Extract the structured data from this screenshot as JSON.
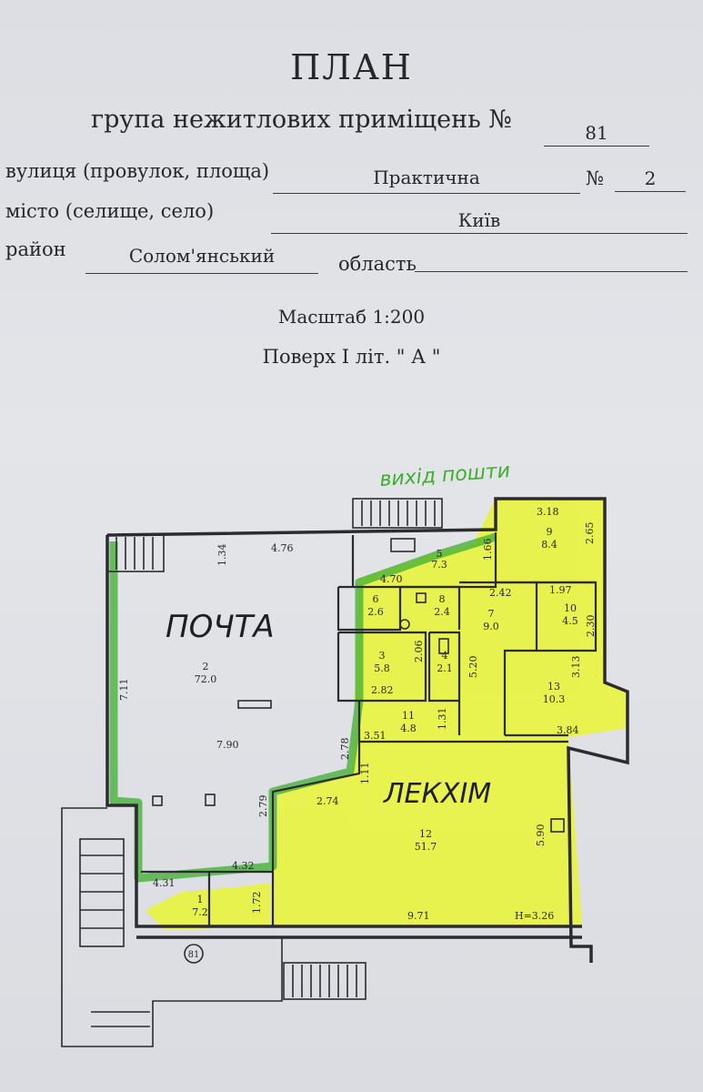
{
  "header": {
    "title": "ПЛАН",
    "subtitle": "група нежитлових приміщень №",
    "group_number": "81"
  },
  "fields": {
    "street_label": "вулиця (провулок, площа)",
    "street_value": "Практична",
    "house_label": "№",
    "house_value": "2",
    "city_label": "місто (селище, село)",
    "city_value": "Київ",
    "district_label": "район",
    "district_value": "Солом'янський",
    "region_label": "область",
    "region_value": ""
  },
  "meta": {
    "scale": "Масштаб 1:200",
    "floor": "Поверх  I  літ. \" А \""
  },
  "handwriting": {
    "exit": "вихід пошти",
    "post": "ПОЧТА",
    "lekhim": "ЛЕКХІМ"
  },
  "colors": {
    "highlight": "#e9f53a",
    "green_marker": "#3fae2f",
    "ink": "#26262b",
    "paper": "#e0e2e6"
  },
  "rooms": [
    {
      "id": "r1",
      "num": "1",
      "area": "7.2"
    },
    {
      "id": "r2",
      "num": "2",
      "area": "72.0"
    },
    {
      "id": "r3",
      "num": "3",
      "area": "5.8"
    },
    {
      "id": "r4",
      "num": "4",
      "area": "2.1"
    },
    {
      "id": "r5",
      "num": "5",
      "area": "7.3"
    },
    {
      "id": "r6",
      "num": "6",
      "area": "2.6"
    },
    {
      "id": "r7",
      "num": "7",
      "area": "9.0"
    },
    {
      "id": "r8",
      "num": "8",
      "area": "2.4"
    },
    {
      "id": "r9",
      "num": "9",
      "area": "8.4"
    },
    {
      "id": "r10",
      "num": "10",
      "area": "4.5"
    },
    {
      "id": "r11",
      "num": "11",
      "area": "4.8"
    },
    {
      "id": "r12",
      "num": "12",
      "area": "51.7"
    },
    {
      "id": "r13",
      "num": "13",
      "area": "10.3"
    }
  ],
  "dimensions": {
    "d476": "4.76",
    "d134": "1.34",
    "d711": "7.11",
    "d790": "7.90",
    "d282": "2.82",
    "d470": "4.70",
    "d166": "1.66",
    "d318": "3.18",
    "d265": "2.65",
    "d242": "2.42",
    "d197": "1.97",
    "d230": "2.30",
    "d313": "3.13",
    "d384": "3.84",
    "d520": "5.20",
    "d206": "2.06",
    "d131": "1.31",
    "d351": "3.51",
    "d278": "2.78",
    "d111": "1.11",
    "d274": "2.74",
    "d279": "2.79",
    "d590": "5.90",
    "d432": "4.32",
    "d431": "4.31",
    "d172": "1.72",
    "d971": "9.71",
    "h326": "H=3.26"
  },
  "marker": "81"
}
